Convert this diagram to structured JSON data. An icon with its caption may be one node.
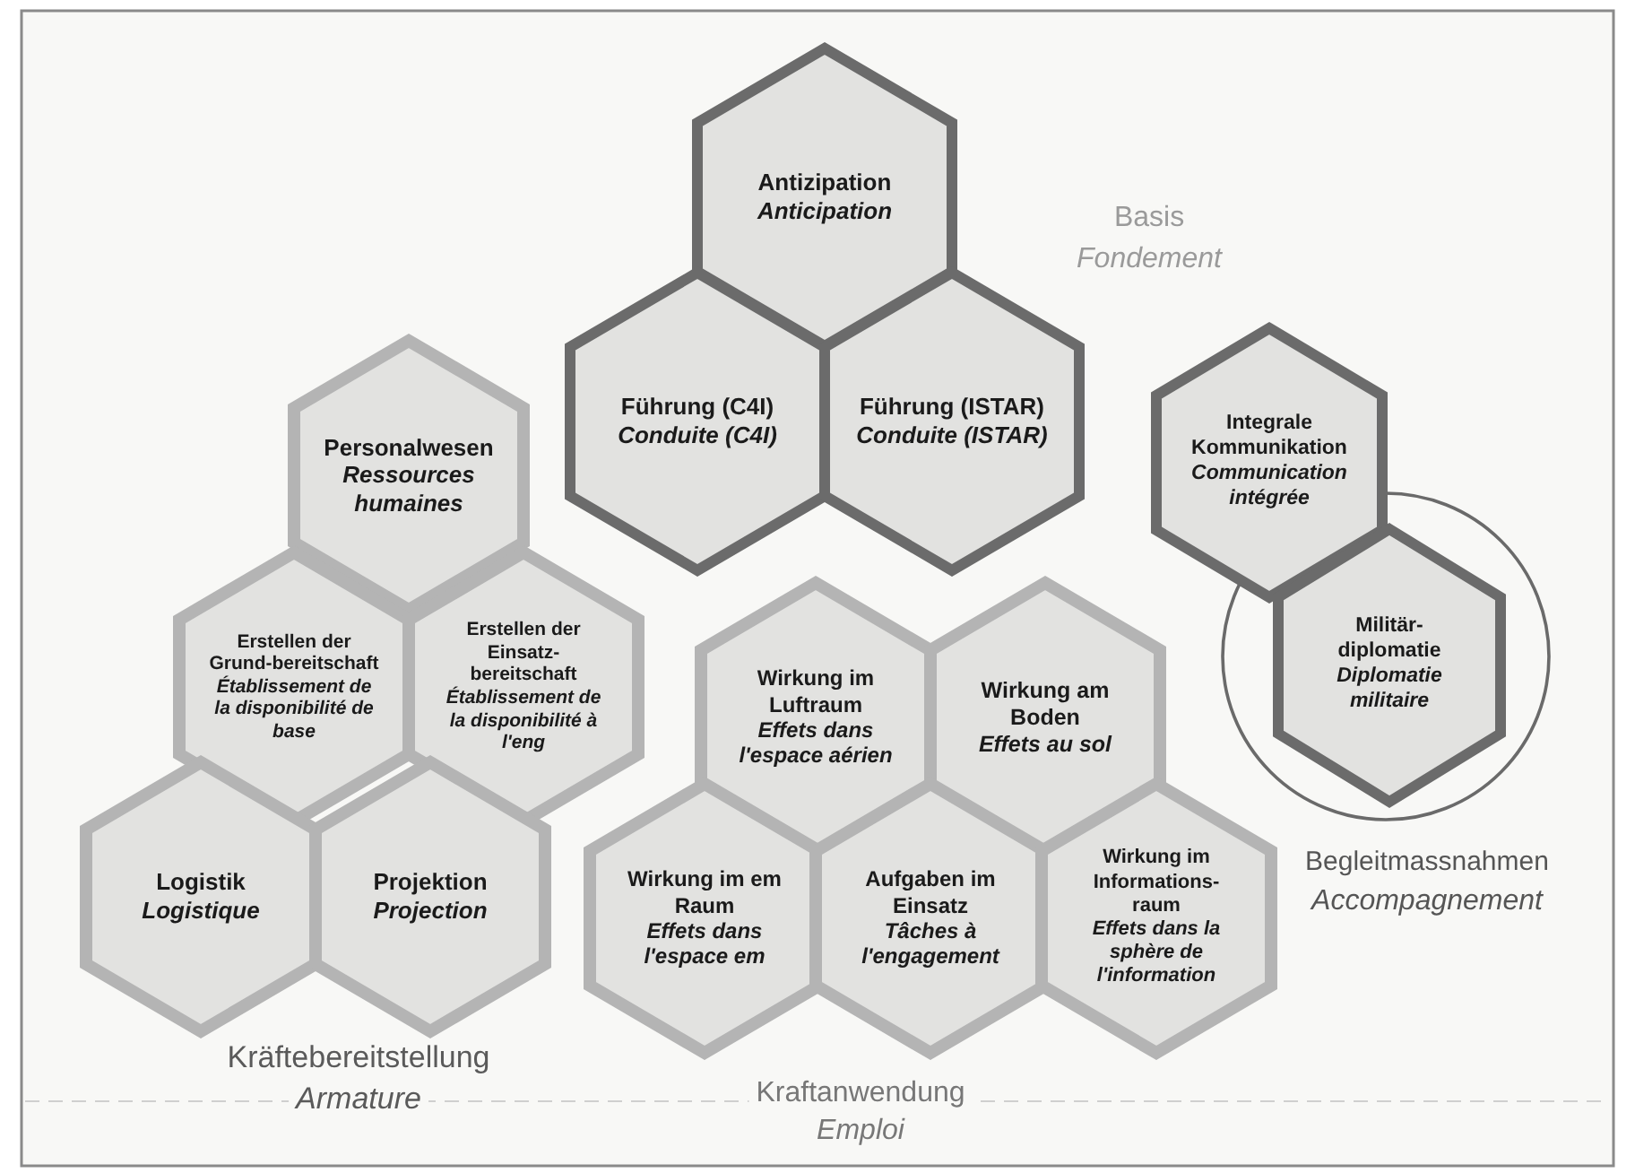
{
  "diagram": {
    "nodes": [
      {
        "text": [
          "Antizipation",
          "Anticipation"
        ]
      },
      {
        "text": [
          "Führung (C4I)",
          "Conduite (C4I)"
        ]
      },
      {
        "text": [
          "Führung (ISTAR)",
          "Conduite (ISTAR)"
        ]
      },
      {
        "text": [
          "Integrale Kommunikation",
          "Communication intégrée"
        ]
      },
      {
        "text": [
          "Personalwesen",
          "Ressources humaines"
        ]
      },
      {
        "text": [
          "Erstellen der Grund-bereitschaft",
          "Établissement de la disponibilité de base"
        ]
      },
      {
        "text": [
          "Erstellen der Einsatz-bereitschaft",
          "Établissement de la disponibilité à l'eng"
        ]
      },
      {
        "text": [
          "Militär-diplomatie",
          "Diplomatie militaire"
        ]
      },
      {
        "text": [
          "Wirkung im Luftraum",
          "Effets dans l'espace aérien"
        ]
      },
      {
        "text": [
          "Wirkung am Boden",
          "Effets au sol"
        ]
      },
      {
        "text": [
          "Logistik",
          "Logistique"
        ]
      },
      {
        "text": [
          "Projektion",
          "Projection"
        ]
      },
      {
        "text": [
          "Wirkung im em Raum",
          "Effets dans l'espace em"
        ]
      },
      {
        "text": [
          "Aufgaben im Einsatz",
          "Tâches à l'engagement"
        ]
      },
      {
        "text": [
          "Wirkung im Informations-raum",
          "Effets dans la sphère de l'information"
        ]
      }
    ],
    "labels": [
      "Basis",
      "Fondement",
      "Begleitmassnahmen",
      "Accompagnement",
      "Kräftebereitstellung",
      "Armature",
      "Kraftanwendung",
      "Emploi"
    ]
  }
}
